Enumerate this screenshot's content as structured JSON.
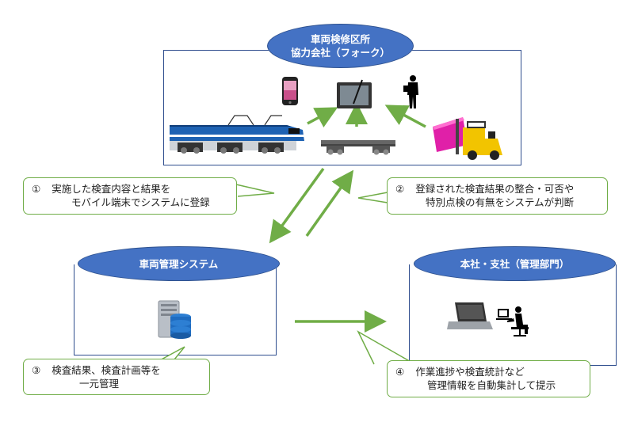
{
  "nodes": {
    "depot": {
      "title_line1": "車両検修区所",
      "title_line2": "協力会社（フォーク）"
    },
    "system": {
      "title": "車両管理システム"
    },
    "hq": {
      "title": "本社・支社（管理部門）"
    }
  },
  "callouts": {
    "c1": {
      "num": "①",
      "line1": "実施した検査内容と結果を",
      "line2": "モバイル端末でシステムに登録"
    },
    "c2": {
      "num": "②",
      "line1": "登録された検査結果の整合・可否や",
      "line2": "特別点検の有無をシステムが判断"
    },
    "c3": {
      "num": "③",
      "line1": "検査結果、検査計画等を",
      "line2": "一元管理"
    },
    "c4": {
      "num": "④",
      "line1": "作業進捗や検査統計など",
      "line2": "管理情報を自動集計して提示"
    }
  },
  "icons": {
    "smartphone": "smartphone-icon",
    "tablet": "tablet-icon",
    "worker": "worker-silhouette-icon",
    "locomotive": "locomotive-icon",
    "freight_car": "freight-car-icon",
    "forklift": "forklift-icon",
    "server": "server-database-icon",
    "laptop": "laptop-icon",
    "office_worker": "office-worker-icon"
  },
  "colors": {
    "ellipse": "#4472c4",
    "box_border": "#2f4e8e",
    "arrow": "#70ad47",
    "callout_border": "#70ad47"
  }
}
